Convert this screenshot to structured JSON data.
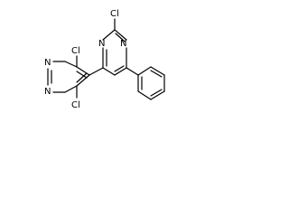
{
  "molecule": {
    "atoms": {
      "cl_top_right": "Cl",
      "n_upper_ring_top": "N",
      "n_upper_ring_left": "N",
      "cl_lower_ring_top": "Cl",
      "n_lower_ring_1": "N",
      "n_lower_ring_2": "N",
      "cl_lower_ring_bottom": "Cl"
    },
    "colors": {
      "bond": "#000000",
      "text": "#000000",
      "background": "#ffffff"
    }
  }
}
